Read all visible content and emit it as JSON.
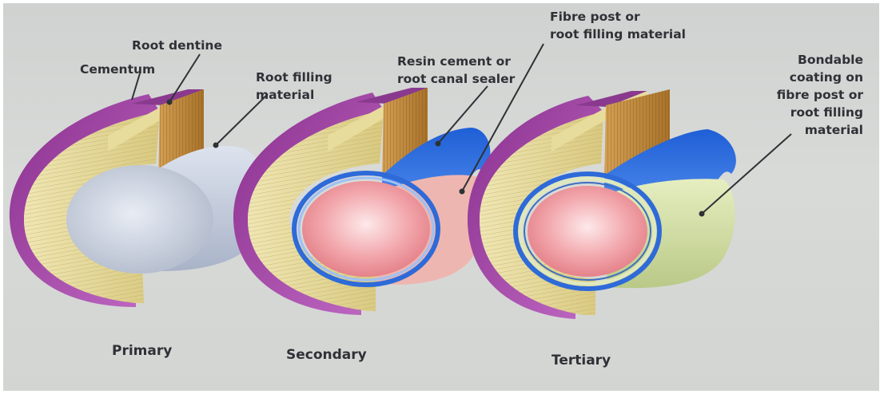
{
  "labels": {
    "root_dentine": "Root dentine",
    "cementum": "Cementum",
    "root_filling_material": [
      "Root filling",
      "material"
    ],
    "resin_cement": [
      "Resin cement or",
      "root canal sealer"
    ],
    "fibre_post": [
      "Fibre post or",
      "root filling material"
    ],
    "bondable_coating": [
      "Bondable",
      "coating on",
      "fibre post or",
      "root filling",
      "material"
    ]
  },
  "captions": {
    "primary": "Primary",
    "secondary": "Secondary",
    "tertiary": "Tertiary"
  },
  "colors": {
    "cementum": "#9a3f9c",
    "dentine": "#e3d89a",
    "root_filling": "#c9d2e2",
    "resin_cement": "#2f6ee0",
    "fibre_post": "#ef9aa0",
    "bondable_coating": "#d6e2a4"
  }
}
